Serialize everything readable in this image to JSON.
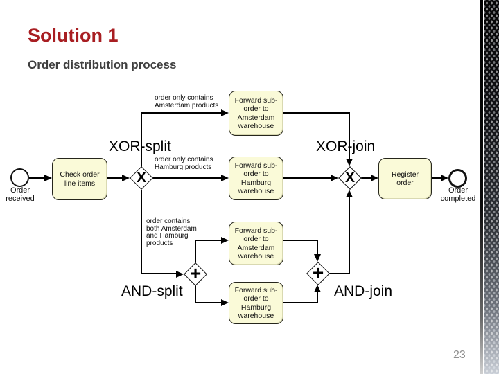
{
  "slide": {
    "title": "Solution 1",
    "subtitle": "Order distribution process",
    "page_number": "23"
  },
  "colors": {
    "title_red": "#a81e22",
    "subtitle_gray": "#3f3f3f",
    "task_fill": "#fafad8",
    "line_black": "#000000",
    "page_number_gray": "#8f8f8f"
  },
  "diagram": {
    "type": "bpmn-process",
    "events": {
      "start": "Order\nreceived",
      "end": "Order\ncompleted"
    },
    "tasks": {
      "check_order": "Check order\nline items",
      "forward_amsterdam": "Forward sub-\norder to\nAmsterdam\nwarehouse",
      "forward_hamburg": "Forward sub-\norder to\nHamburg\nwarehouse",
      "register_order": "Register\norder"
    },
    "gateways": {
      "xor_split": {
        "label": "XOR-split",
        "glyph": "X"
      },
      "xor_join": {
        "label": "XOR-join",
        "glyph": "X"
      },
      "and_split": {
        "label": "AND-split",
        "glyph": "+"
      },
      "and_join": {
        "label": "AND-join",
        "glyph": "+"
      }
    },
    "guards": {
      "amsterdam_only": "order only contains\nAmsterdam products",
      "hamburg_only": "order only contains\nHamburg products",
      "both": "order contains\nboth Amsterdam\nand Hamburg\nproducts"
    }
  }
}
